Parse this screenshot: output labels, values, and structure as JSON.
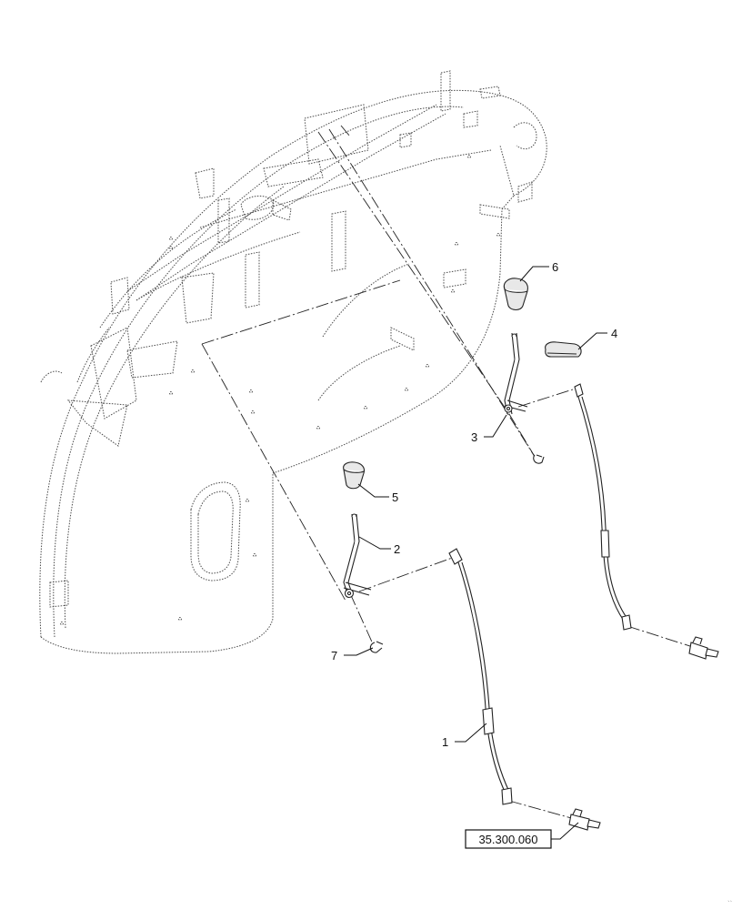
{
  "callouts": {
    "c1": "1",
    "c2": "2",
    "c3": "3",
    "c4": "4",
    "c5": "5",
    "c6": "6",
    "c7": "7"
  },
  "reference": {
    "label": "35.300.060"
  },
  "corner_mark": "``"
}
